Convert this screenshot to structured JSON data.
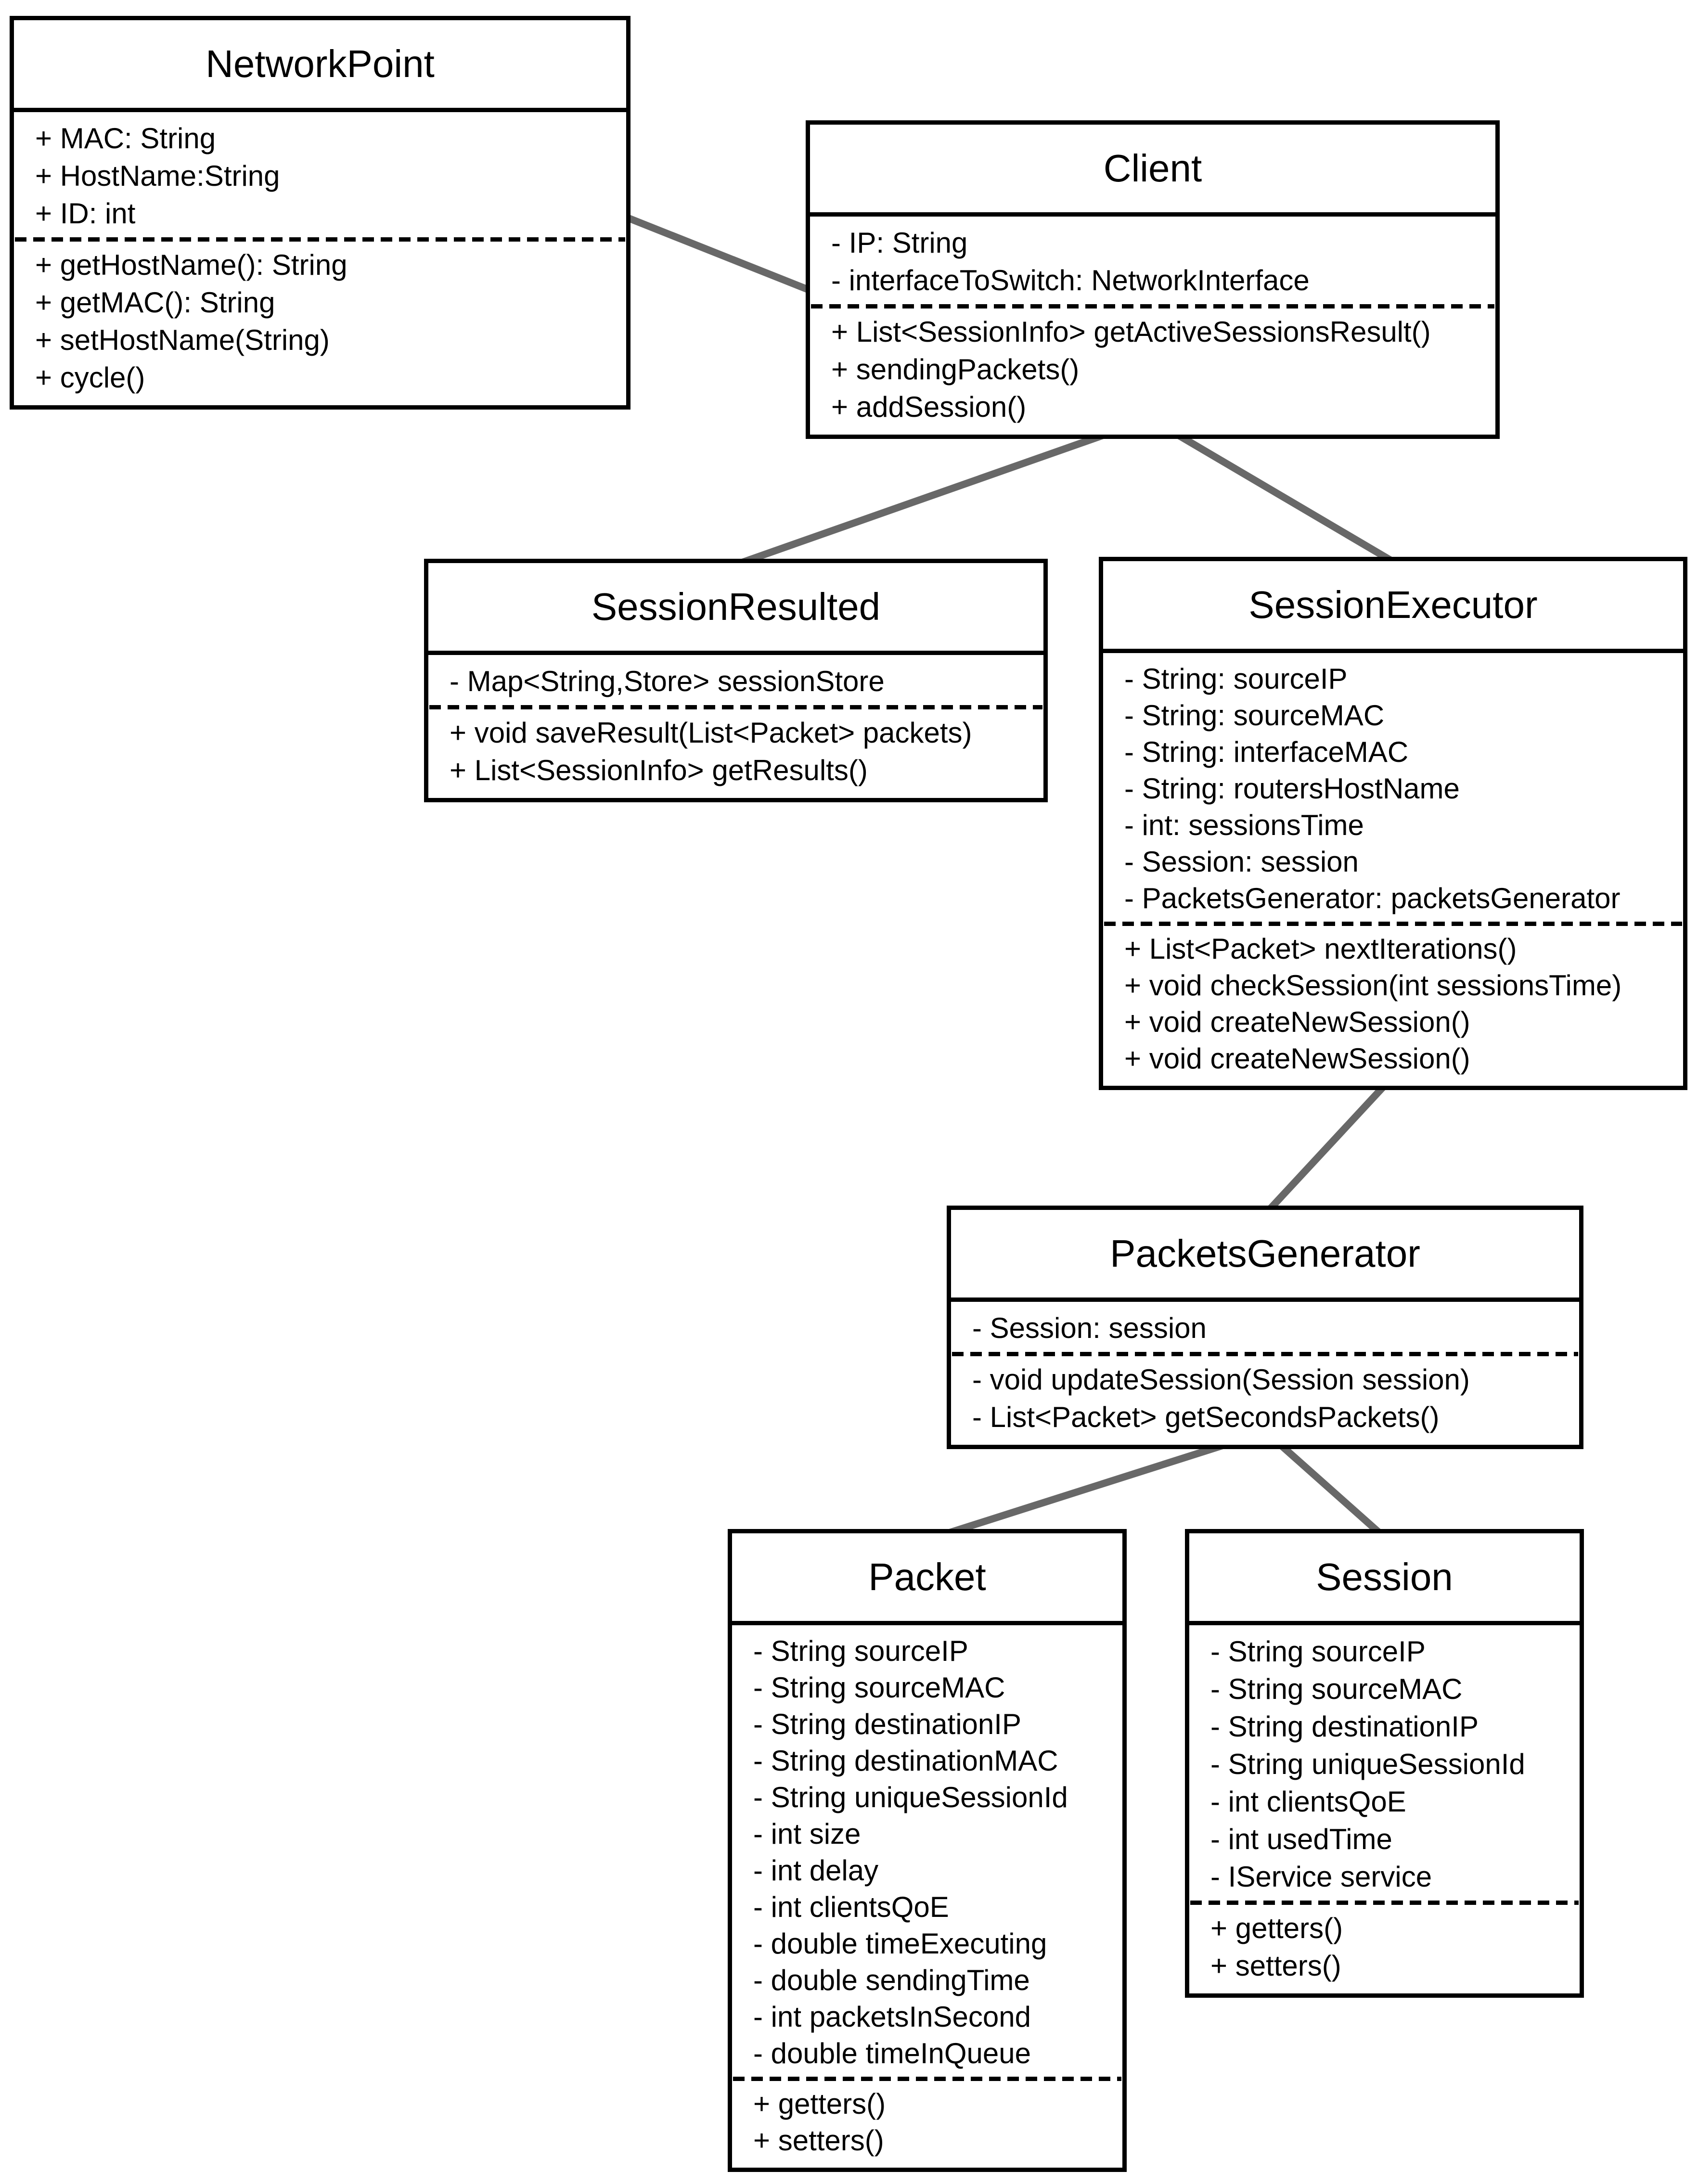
{
  "classes": [
    {
      "name": "NetworkPoint",
      "attributes": [
        "+ MAC: String",
        "+ HostName:String",
        "+ ID: int"
      ],
      "methods": [
        "+ getHostName(): String",
        "+ getMAC(): String",
        "+ setHostName(String)",
        "+ cycle()"
      ]
    },
    {
      "name": "Client",
      "attributes": [
        "- IP: String",
        "- interfaceToSwitch: NetworkInterface"
      ],
      "methods": [
        "+ List<SessionInfo> getActiveSessionsResult()",
        "+ sendingPackets()",
        "+ addSession()"
      ]
    },
    {
      "name": "SessionResulted",
      "attributes": [
        "- Map<String,Store> sessionStore"
      ],
      "methods": [
        "+ void saveResult(List<Packet> packets)",
        "+ List<SessionInfo> getResults()"
      ]
    },
    {
      "name": "SessionExecutor",
      "attributes": [
        "- String: sourceIP",
        "- String: sourceMAC",
        "- String: interfaceMAC",
        "- String: routersHostName",
        "- int: sessionsTime",
        "- Session: session",
        "- PacketsGenerator: packetsGenerator"
      ],
      "methods": [
        "+ List<Packet> nextIterations()",
        "+ void checkSession(int sessionsTime)",
        "+ void createNewSession()",
        "+ void createNewSession()"
      ]
    },
    {
      "name": "PacketsGenerator",
      "attributes": [
        "- Session: session"
      ],
      "methods": [
        "- void updateSession(Session session)",
        "- List<Packet> getSecondsPackets()"
      ]
    },
    {
      "name": "Packet",
      "attributes": [
        "- String sourceIP",
        "- String sourceMAC",
        "- String destinationIP",
        "- String destinationMAC",
        "- String uniqueSessionId",
        "- int size",
        "- int delay",
        "- int clientsQoE",
        "- double timeExecuting",
        "- double sendingTime",
        "- int packetsInSecond",
        "- double timeInQueue"
      ],
      "methods": [
        "+ getters()",
        "+ setters()"
      ]
    },
    {
      "name": "Session",
      "attributes": [
        "- String sourceIP",
        "- String sourceMAC",
        "- String destinationIP",
        "- String uniqueSessionId",
        "- int clientsQoE",
        "- int usedTime",
        "- IService service"
      ],
      "methods": [
        "+ getters()",
        "+ setters()"
      ]
    }
  ],
  "relationships": [
    {
      "from": "NetworkPoint",
      "to": "Client"
    },
    {
      "from": "Client",
      "to": "SessionResulted"
    },
    {
      "from": "Client",
      "to": "SessionExecutor"
    },
    {
      "from": "SessionExecutor",
      "to": "PacketsGenerator"
    },
    {
      "from": "PacketsGenerator",
      "to": "Packet"
    },
    {
      "from": "PacketsGenerator",
      "to": "Session"
    }
  ],
  "colors": {
    "background": "#ffffff",
    "border": "#000000",
    "text": "#000000",
    "connector": "#686868"
  }
}
